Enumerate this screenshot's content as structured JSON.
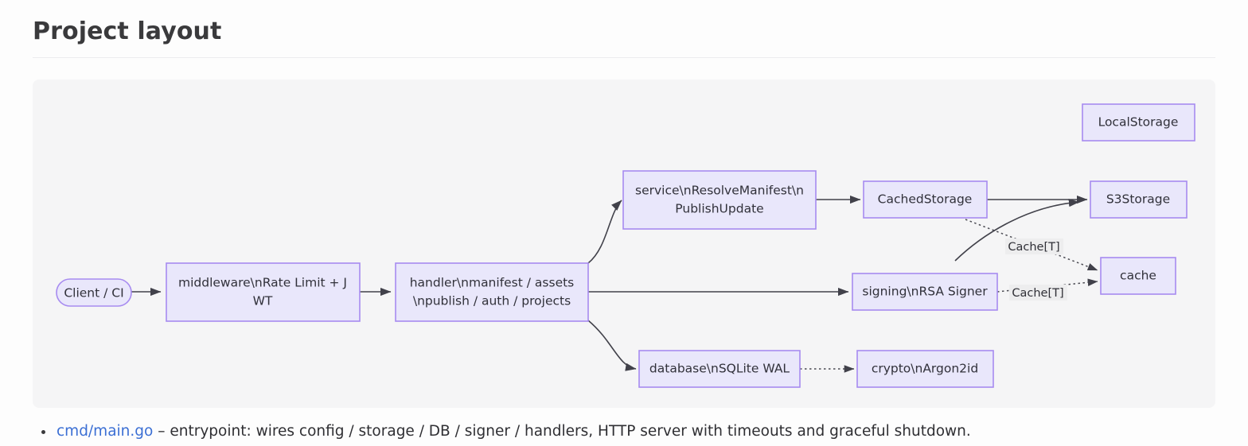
{
  "header": {
    "title": "Project layout"
  },
  "diagram": {
    "nodes": [
      {
        "id": "client",
        "label": "Client / CI",
        "shape": "stadium"
      },
      {
        "id": "middleware",
        "label": "middleware\\nRate Limit + JWT",
        "shape": "rect"
      },
      {
        "id": "handler",
        "label": "handler\\nmanifest / assets \\npublish / auth / projects",
        "shape": "rect"
      },
      {
        "id": "service",
        "label": "service\\nResolveManifest\\nPublishUpdate",
        "shape": "rect"
      },
      {
        "id": "cachedstorage",
        "label": "CachedStorage",
        "shape": "rect"
      },
      {
        "id": "localstorage",
        "label": "LocalStorage",
        "shape": "rect"
      },
      {
        "id": "s3storage",
        "label": "S3Storage",
        "shape": "rect"
      },
      {
        "id": "signing",
        "label": "signing\\nRSA Signer",
        "shape": "rect"
      },
      {
        "id": "cache",
        "label": "cache",
        "shape": "rect"
      },
      {
        "id": "database",
        "label": "database\\nSQLite WAL",
        "shape": "rect"
      },
      {
        "id": "crypto",
        "label": "crypto\\nArgon2id",
        "shape": "rect"
      }
    ],
    "node_text": {
      "client": "Client / CI",
      "middleware_line1": "middleware\\nRate Limit + J",
      "middleware_line2": "WT",
      "handler_line1": "handler\\nmanifest / assets",
      "handler_line2": "\\npublish / auth / projects",
      "service_line1": "service\\nResolveManifest\\n",
      "service_line2": "PublishUpdate",
      "cachedstorage": "CachedStorage",
      "localstorage": "LocalStorage",
      "s3storage": "S3Storage",
      "signing": "signing\\nRSA Signer",
      "cache": "cache",
      "database": "database\\nSQLite WAL",
      "crypto": "crypto\\nArgon2id"
    },
    "edges": [
      {
        "from": "client",
        "to": "middleware",
        "style": "solid",
        "label": ""
      },
      {
        "from": "middleware",
        "to": "handler",
        "style": "solid",
        "label": ""
      },
      {
        "from": "handler",
        "to": "service",
        "style": "solid",
        "label": ""
      },
      {
        "from": "handler",
        "to": "signing",
        "style": "solid",
        "label": ""
      },
      {
        "from": "handler",
        "to": "database",
        "style": "solid",
        "label": ""
      },
      {
        "from": "service",
        "to": "cachedstorage",
        "style": "solid",
        "label": ""
      },
      {
        "from": "cachedstorage",
        "to": "localstorage",
        "style": "solid",
        "label": ""
      },
      {
        "from": "cachedstorage",
        "to": "s3storage",
        "style": "solid",
        "label": ""
      },
      {
        "from": "cachedstorage",
        "to": "cache",
        "style": "dotted",
        "label": "Cache[T]"
      },
      {
        "from": "signing",
        "to": "cache",
        "style": "dotted",
        "label": "Cache[T]"
      },
      {
        "from": "database",
        "to": "crypto",
        "style": "dotted",
        "label": ""
      }
    ],
    "edge_labels": {
      "cachedstorage_cache": "Cache[T]",
      "signing_cache": "Cache[T]"
    },
    "colors": {
      "node_fill": "#e9e7fb",
      "node_stroke": "#a78bf0",
      "edge": "#41414a",
      "panel_bg": "#f5f5f6",
      "label_chip": "#ededee"
    }
  },
  "notes": [
    {
      "link": "cmd/main.go",
      "text": " – entrypoint: wires config / storage / DB / signer / handlers, HTTP server with timeouts and graceful shutdown."
    }
  ]
}
